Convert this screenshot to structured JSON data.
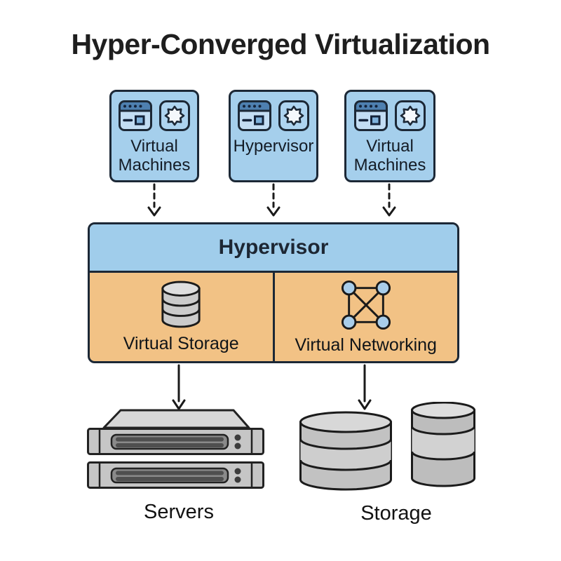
{
  "title": "Hyper-Converged Virtualization",
  "top_boxes": [
    {
      "label": "Virtual Machines"
    },
    {
      "label": "Hypervisor"
    },
    {
      "label": "Virtual Machines"
    }
  ],
  "hypervisor": {
    "label": "Hypervisor"
  },
  "components": [
    {
      "label": "Virtual Storage",
      "icon": "database-icon"
    },
    {
      "label": "Virtual Networking",
      "icon": "network-graph-icon"
    }
  ],
  "hardware": [
    {
      "label": "Servers",
      "icon": "rack-servers-icon"
    },
    {
      "label": "Storage",
      "icon": "storage-cylinders-icon"
    }
  ],
  "colors": {
    "box_fill": "#a5cfec",
    "header_fill": "#a0cdeb",
    "body_fill": "#f2c285",
    "outline": "#1c2836",
    "arrow": "#1a1a1a",
    "hardware_gray": "#c9c9c9"
  }
}
